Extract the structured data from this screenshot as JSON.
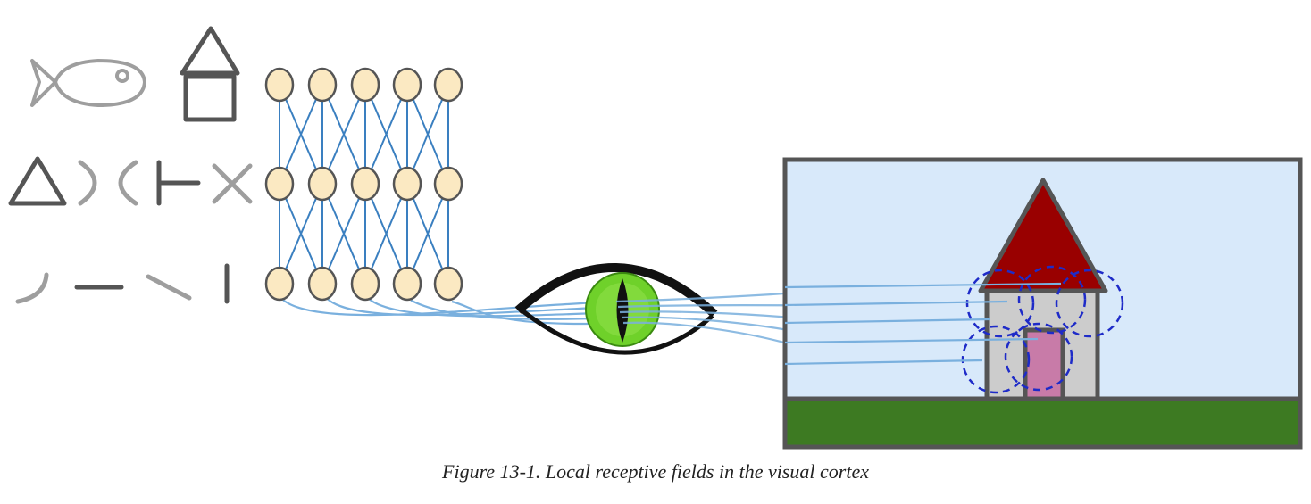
{
  "caption": "Figure 13-1. Local receptive fields in the visual cortex",
  "network": {
    "rows": 3,
    "columns": 5,
    "neuron_fill": "#fbe9c2",
    "neuron_stroke": "#555555",
    "connection_color": "#3a7fc0"
  },
  "feature_icons": {
    "top_row": [
      "fish-icon",
      "house-outline-icon"
    ],
    "middle_row": [
      "triangle-icon",
      "curved-cross-icon",
      "t-junction-icon",
      "x-cross-icon"
    ],
    "bottom_row": [
      "curve-stroke-icon",
      "horizontal-line-icon",
      "diagonal-line-icon",
      "vertical-line-icon"
    ],
    "stroke_dark": "#555555",
    "stroke_light": "#9e9e9e"
  },
  "eye": {
    "iris_color": "#6fd12a",
    "pupil_color": "#111111",
    "outline_color": "#111111"
  },
  "scene": {
    "sky_color": "#d8e9fa",
    "ground_color": "#3d7a22",
    "roof_color": "#990000",
    "wall_color": "#cccccc",
    "door_color": "#c87ba8",
    "frame_color": "#555555",
    "receptive_field_color": "#1e2bc8"
  },
  "optic_fibers": {
    "color": "#7ab0de"
  }
}
